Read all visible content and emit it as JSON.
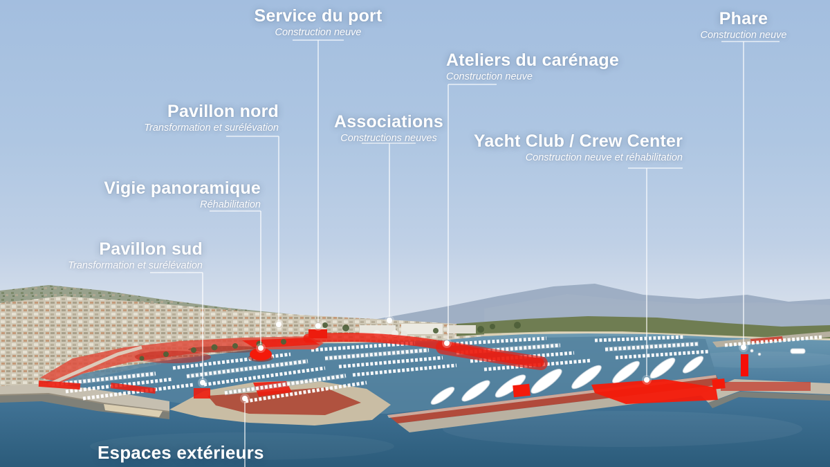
{
  "colors": {
    "highlight_red": "#ED1C0E",
    "esplanade_red": "#DF4F3E",
    "label_text": "#FFFFFF",
    "leader_line": "#FFFFFF"
  },
  "annotations": [
    {
      "id": "service-du-port",
      "title": "Service du port",
      "subtitle": "Construction neuve"
    },
    {
      "id": "phare",
      "title": "Phare",
      "subtitle": "Construction neuve"
    },
    {
      "id": "ateliers-du-carenage",
      "title": "Ateliers du carénage",
      "subtitle": "Construction neuve"
    },
    {
      "id": "pavillon-nord",
      "title": "Pavillon nord",
      "subtitle": "Transformation et surélévation"
    },
    {
      "id": "associations",
      "title": "Associations",
      "subtitle": "Constructions neuves"
    },
    {
      "id": "yacht-club-crew-center",
      "title": "Yacht Club / Crew Center",
      "subtitle": "Construction neuve et réhabilitation"
    },
    {
      "id": "vigie-panoramique",
      "title": "Vigie panoramique",
      "subtitle": "Réhabilitation"
    },
    {
      "id": "pavillon-sud",
      "title": "Pavillon sud",
      "subtitle": "Transformation et surélévation"
    },
    {
      "id": "espaces-exterieurs",
      "title": "Espaces extérieurs",
      "subtitle": ""
    }
  ]
}
